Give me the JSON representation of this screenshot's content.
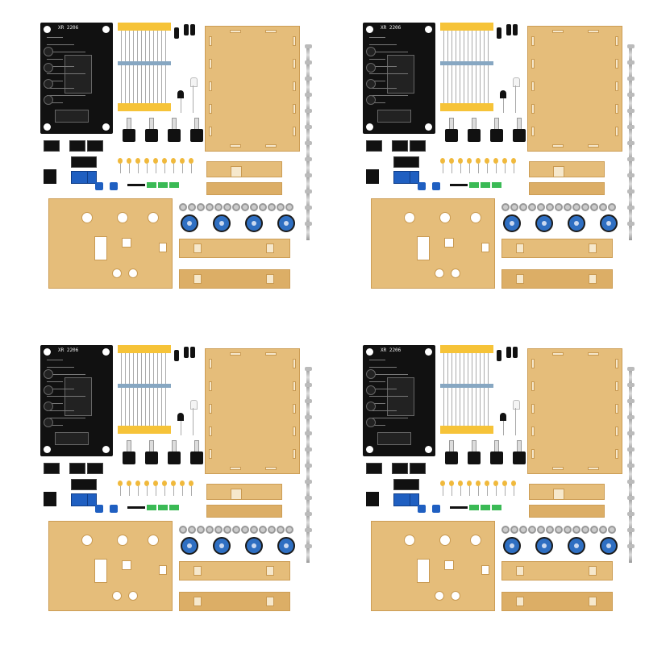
{
  "scene": {
    "description_tiles": 4,
    "pcb_label": "XR 2206",
    "colors": {
      "background": "#ffffff",
      "pcb": "#111111",
      "acrylic": "#e5bd7a",
      "knob": "#2f6fc2",
      "resistor_tape": "#f6c338"
    },
    "icons": [
      "pcb-board",
      "acrylic-panel",
      "screw",
      "nut",
      "knob",
      "potentiometer",
      "resistor",
      "capacitor",
      "ic-socket",
      "terminal-block"
    ]
  }
}
